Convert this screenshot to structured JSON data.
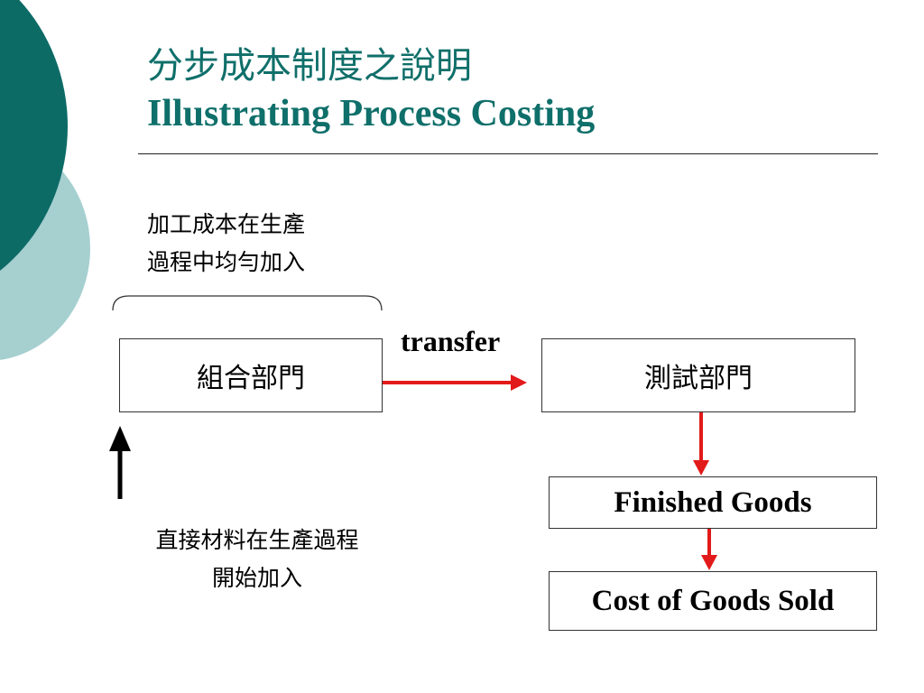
{
  "title": {
    "chinese": "分步成本制度之說明",
    "english": "Illustrating Process Costing"
  },
  "notes": {
    "conversion_cost": [
      "加工成本在生產",
      "過程中均勻加入"
    ],
    "direct_materials": [
      "直接材料在生產過程",
      "開始加入"
    ]
  },
  "departments": {
    "assembly": "組合部門",
    "testing": "測試部門"
  },
  "arrow_label": "transfer",
  "outputs": {
    "finished_goods": "Finished Goods",
    "cost_of_goods_sold": "Cost of Goods Sold"
  },
  "colors": {
    "title": "#0f6f6a",
    "accent_dark": "#0d6b66",
    "accent_light": "#a6cfd0",
    "flow_arrow": "#e21a1a",
    "input_arrow": "#000000"
  }
}
